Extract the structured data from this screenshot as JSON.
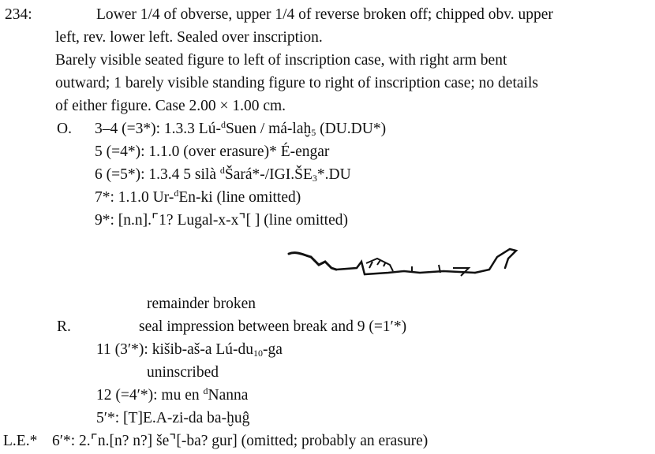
{
  "entry": {
    "number": "234:",
    "desc_l1": "Lower 1/4 of obverse, upper 1/4 of reverse broken off; chipped obv. upper",
    "desc_l2": "left, rev. lower left. Sealed over inscription.",
    "desc_l3": "Barely visible seated figure to left of inscription case, with right arm bent",
    "desc_l4": "outward; 1 barely visible standing figure to right of inscription case; no details",
    "desc_l5": "of either figure. Case 2.00 × 1.00 cm."
  },
  "obverse": {
    "label": "O.",
    "l1": {
      "a": "3–4 (=3*): 1.3.3 Lú-",
      "sup": "d",
      "b": "Suen / má-laḫ",
      "sub": "5",
      "c": " (DU.DU*)"
    },
    "l2": "5 (=4*): 1.1.0 (over erasure)* É-engar",
    "l3": {
      "a": "6 (=5*): 1.3.4 5 silà ",
      "sup": "d",
      "b": "Šará*-/IGI.ŠE",
      "sub": "3",
      "c": "*.DU"
    },
    "l4": {
      "a": "7*: 1.1.0 Ur-",
      "sup": "d",
      "b": "En-ki (line omitted)"
    },
    "l5": "9*: [n.n].⌜1? Lugal-x-x⌝[ ] (line omitted)"
  },
  "remainder": "remainder broken",
  "reverse": {
    "label": "R.",
    "seal": "seal impression between break and 9 (=1′*)",
    "l1": {
      "a": "11 (3′*): kišib-aš-a Lú-du",
      "sub": "10",
      "b": "-ga"
    },
    "uninscribed": "uninscribed",
    "l2": {
      "a": "12 (=4′*): mu en ",
      "sup": "d",
      "b": "Nanna"
    },
    "l3": "5′*: [T]E.A-zi-da ba-ḫuĝ"
  },
  "left_edge": {
    "label": "L.E.*",
    "line": "6′*: 2.⌜n.[n? n?] še⌝[-ba? gur] (omitted; probably an erasure)"
  }
}
